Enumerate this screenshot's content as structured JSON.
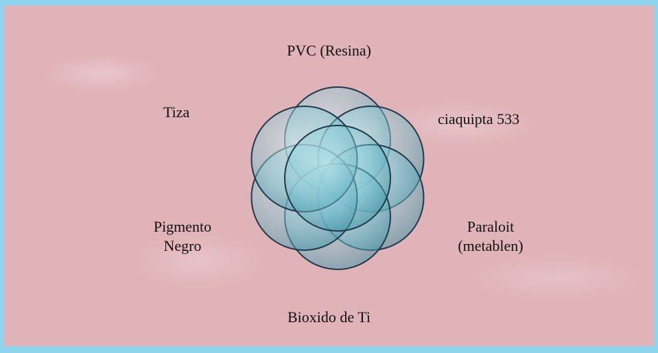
{
  "labels": {
    "top": "PVC (Resina)",
    "upper_left": "Tiza",
    "upper_right": "ciaquipta 533",
    "lower_left": [
      "Pigmento",
      "Negro"
    ],
    "lower_right": [
      "Paraloit",
      "(metablen)"
    ],
    "bottom": "Bioxido de Ti"
  },
  "diagram": {
    "circle_count": 7,
    "colors": {
      "background": "#e0b3b8",
      "border": "#8fd4ef",
      "circle_fill": "#7fc7d4",
      "circle_stroke": "#1e3a4a"
    }
  }
}
